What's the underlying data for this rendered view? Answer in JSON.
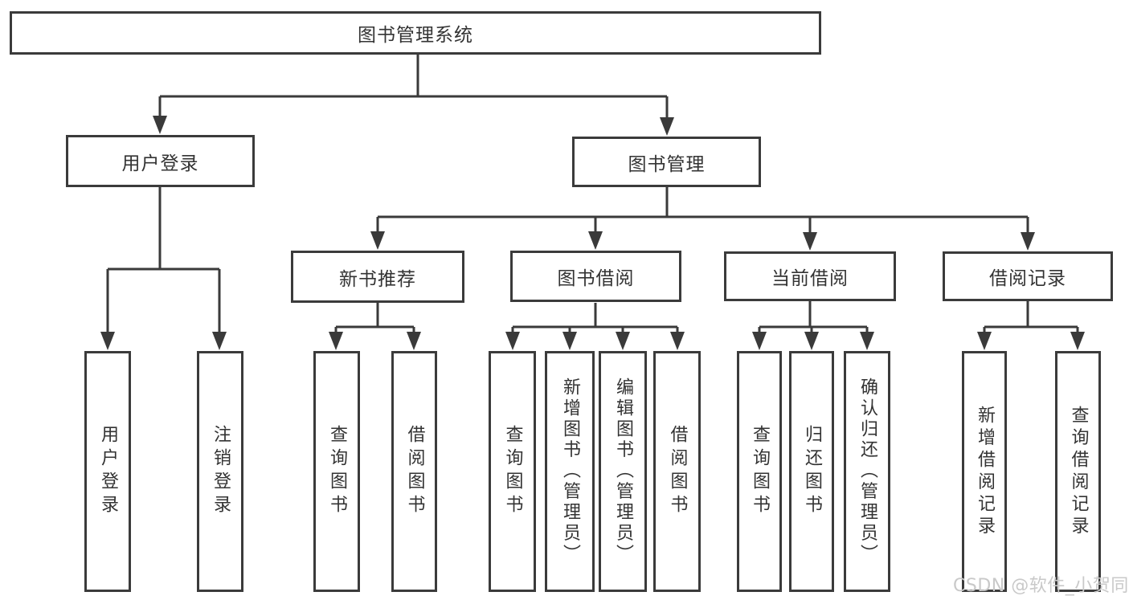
{
  "diagram": {
    "title": "图书管理系统",
    "root": {
      "label": "图书管理系统"
    },
    "branches": [
      {
        "label": "用户登录",
        "children": [
          {
            "label": "用户登录"
          },
          {
            "label": "注销登录"
          }
        ]
      },
      {
        "label": "图书管理",
        "children": [
          {
            "label": "新书推荐",
            "children": [
              {
                "label": "查询图书"
              },
              {
                "label": "借阅图书"
              }
            ]
          },
          {
            "label": "图书借阅",
            "children": [
              {
                "label": "查询图书"
              },
              {
                "label": "新增图书（管理员）"
              },
              {
                "label": "编辑图书（管理员）"
              },
              {
                "label": "借阅图书"
              }
            ]
          },
          {
            "label": "当前借阅",
            "children": [
              {
                "label": "查询图书"
              },
              {
                "label": "归还图书"
              },
              {
                "label": "确认归还（管理员）"
              }
            ]
          },
          {
            "label": "借阅记录",
            "children": [
              {
                "label": "新增借阅记录"
              },
              {
                "label": "查询借阅记录"
              }
            ]
          }
        ]
      }
    ],
    "watermark": "CSDN @软件_小贺同学",
    "colors": {
      "line": "#3a3a3a",
      "box_border": "#3b3b3b",
      "text": "#333333",
      "background": "#ffffff",
      "watermark": "#c9c9c9"
    }
  }
}
